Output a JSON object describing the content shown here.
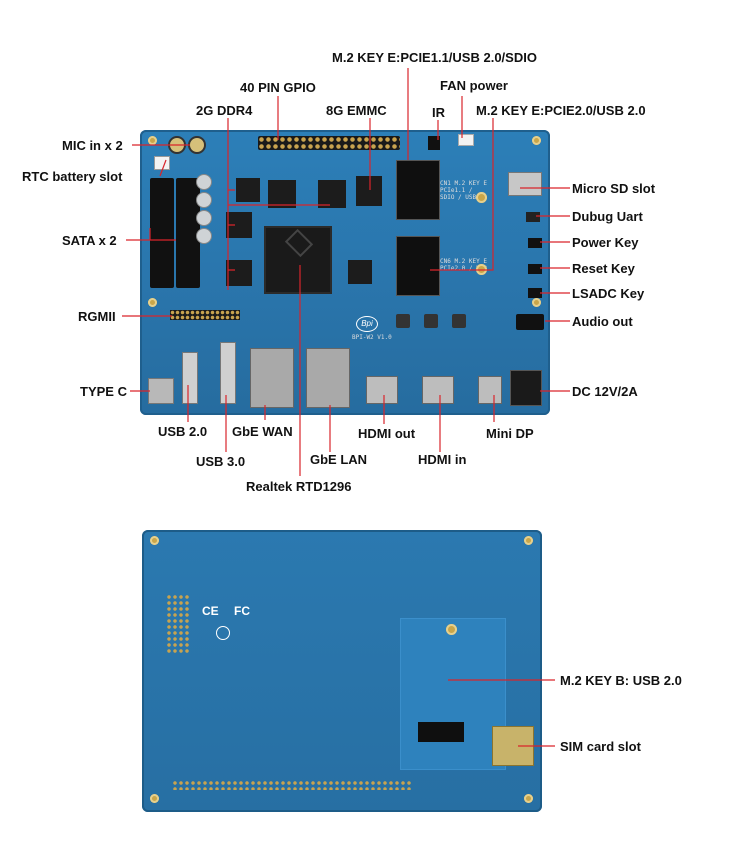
{
  "labels": {
    "m2_e_top": "M.2 KEY E:PCIE1.1/USB 2.0/SDIO",
    "fan_power": "FAN power",
    "gpio": "40 PIN GPIO",
    "ddr4": "2G DDR4",
    "emmc": "8G EMMC",
    "ir": "IR",
    "m2_e_right": "M.2 KEY E:PCIE2.0/USB 2.0",
    "mic": "MIC in x 2",
    "rtc": "RTC battery slot",
    "micro_sd": "Micro SD slot",
    "debug_uart": "Dubug Uart",
    "sata": "SATA x 2",
    "power_key": "Power Key",
    "reset_key": "Reset Key",
    "lsadc_key": "LSADC Key",
    "rgmii": "RGMII",
    "audio_out": "Audio out",
    "type_c": "TYPE C",
    "dc": "DC 12V/2A",
    "usb2": "USB 2.0",
    "gbe_wan": "GbE WAN",
    "hdmi_out": "HDMI out",
    "mini_dp": "Mini DP",
    "usb3": "USB 3.0",
    "gbe_lan": "GbE LAN",
    "hdmi_in": "HDMI in",
    "soc": "Realtek RTD1296",
    "m2_b": "M.2 KEY B: USB 2.0",
    "sim": "SIM card slot"
  },
  "board_print": {
    "logo": "Bpi",
    "model": "BPI-W2 V1.0",
    "m2_e1_silk": "CN1 M.2 KEY E PCIe1.1 / SDIO / USB",
    "m2_e2_silk": "CN6 M.2 KEY E PCIe2.0 / USB"
  },
  "colors": {
    "pcb": "#2a76ad",
    "pcb_dark": "#1f5f8d",
    "line": "#d9242b",
    "text": "#111111",
    "gold": "#c9a64a"
  },
  "icons": [
    "ce-mark-icon",
    "fcc-mark-icon",
    "recycle-icon"
  ]
}
